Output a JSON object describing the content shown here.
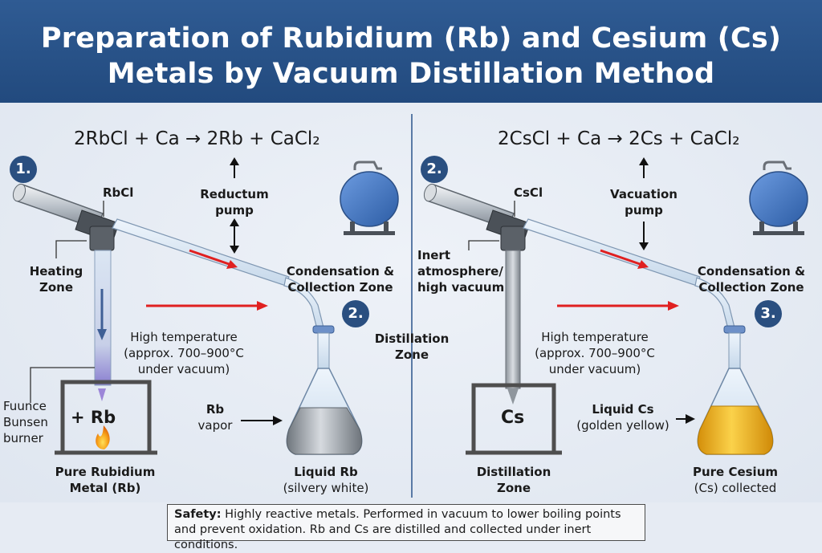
{
  "title": {
    "line1": "Preparation of Rubidium (Rb) and Cesium (Cs)",
    "line2": "Metals by Vacuum Distillation Method"
  },
  "left": {
    "equation": "2RbCl + Ca → 2Rb + CaCl₂",
    "badge1": "1.",
    "badge2": "2.",
    "reagent": "RbCl",
    "pump_label_1": "Reductum",
    "pump_label_2": "pump",
    "heating_1": "Heating",
    "heating_2": "Zone",
    "condensation_1": "Condensation &",
    "condensation_2": "Collection Zone",
    "temp_1": "High temperature",
    "temp_2": "(approx. 700–900°C",
    "temp_3": "under vacuum)",
    "furnace_1": "Fuunce",
    "furnace_2": "Bunsen",
    "furnace_3": "burner",
    "box_label": "+ Rb",
    "vapor_1": "Rb",
    "vapor_2": "vapor",
    "bottom_1": "Pure Rubidium",
    "bottom_2": "Metal (Rb)",
    "flask_1": "Liquid Rb",
    "flask_2": "(silvery white)"
  },
  "center": {
    "distill_1": "Distillation",
    "distill_2": "Zone"
  },
  "right": {
    "equation": "2CsCl + Ca → 2Cs + CaCl₂",
    "badge1": "2.",
    "badge2": "3.",
    "reagent": "CsCl",
    "pump_label_1": "Vacuation",
    "pump_label_2": "pump",
    "inert_1": "Inert",
    "inert_2": "atmosphere/",
    "inert_3": "high vacuum",
    "condensation_1": "Condensation &",
    "condensation_2": "Collection Zone",
    "temp_1": "High temperature",
    "temp_2": "(approx. 700–900°C",
    "temp_3": "under vacuum)",
    "box_label": "Cs",
    "liquid_1": "Liquid Cs",
    "liquid_2": "(golden yellow)",
    "bottom_1": "Distillation",
    "bottom_2": "Zone",
    "flask_1": "Pure Cesium",
    "flask_2": "(Cs) collected"
  },
  "safety": {
    "label": "Safety:",
    "text": " Highly reactive metals. Performed in vacuum to lower boiling points and prevent oxidation. Rb and Cs are distilled and collected under inert conditions."
  },
  "colors": {
    "header": "#2a5287",
    "arrow_red": "#e02020",
    "badge": "#2a4f80",
    "pump": "#3f74c0",
    "cesium": "#f0b21a"
  }
}
